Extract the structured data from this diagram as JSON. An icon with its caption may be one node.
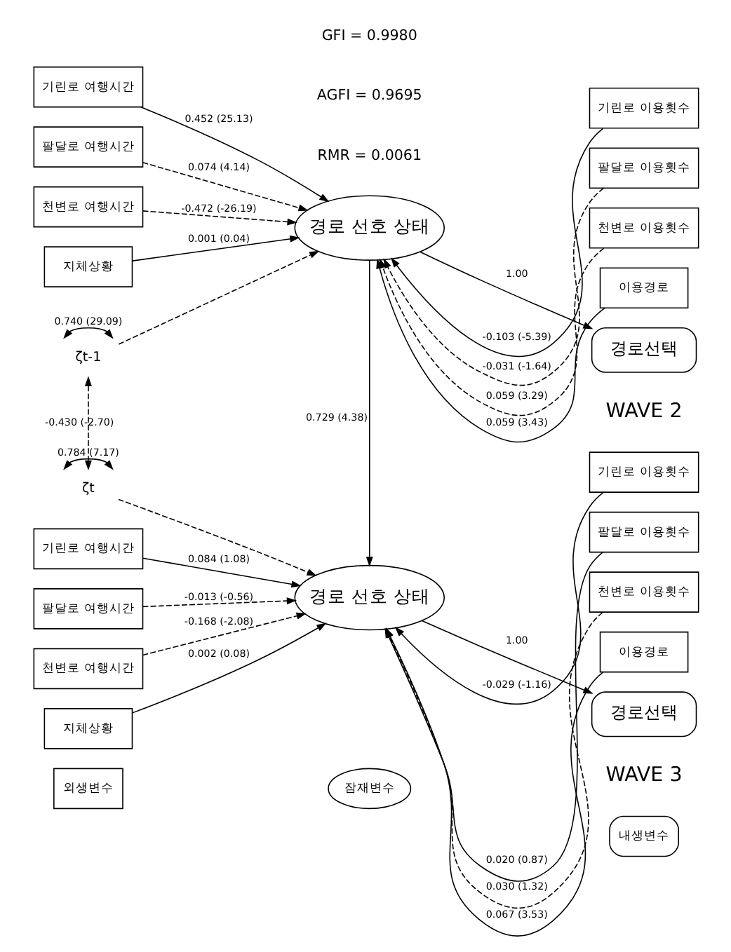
{
  "diagram": {
    "nodes": [
      {
        "text": [
          "기린로 여행시간"
        ]
      },
      {
        "text": [
          "팔달로 여행시간"
        ]
      },
      {
        "text": [
          "천변로 여행시간"
        ]
      },
      {
        "text": [
          "지체상황"
        ]
      },
      {
        "text": [
          "경로 선호 상태"
        ]
      },
      {
        "text": [
          "기린로 이용횟수"
        ]
      },
      {
        "text": [
          "팔달로 이용횟수"
        ]
      },
      {
        "text": [
          "천변로 이용횟수"
        ]
      },
      {
        "text": [
          "이용경로"
        ]
      },
      {
        "text": [
          "경로선택"
        ]
      },
      {
        "text": [
          "ζt-1"
        ]
      },
      {
        "text": [
          "ζt"
        ]
      },
      {
        "text": [
          "기린로 여행시간"
        ]
      },
      {
        "text": [
          "팔달로 여행시간"
        ]
      },
      {
        "text": [
          "천변로 여행시간"
        ]
      },
      {
        "text": [
          "지체상황"
        ]
      },
      {
        "text": [
          "경로 선호 상태"
        ]
      },
      {
        "text": [
          "기린로 이용횟수"
        ]
      },
      {
        "text": [
          "팔달로 이용횟수"
        ]
      },
      {
        "text": [
          "천변로 이용횟수"
        ]
      },
      {
        "text": [
          "이용경로"
        ]
      },
      {
        "text": [
          "경로선택"
        ]
      }
    ],
    "edges": [
      {
        "from": 0,
        "to": 4,
        "arrow": "to",
        "label": "0.452 (25.13)"
      },
      {
        "from": 1,
        "to": 4,
        "arrow": "to",
        "label": "0.074 (4.14)",
        "style": "dashed"
      },
      {
        "from": 2,
        "to": 4,
        "arrow": "to",
        "label": "-0.472 (-26.19)",
        "style": "dashed"
      },
      {
        "from": 3,
        "to": 4,
        "arrow": "to",
        "label": "0.001 (0.04)"
      },
      {
        "from": 5,
        "to": 4,
        "arrow": "to",
        "label": "-0.103 (-5.39)"
      },
      {
        "from": 6,
        "to": 4,
        "arrow": "to",
        "label": "-0.031 (-1.64)",
        "style": "dashed"
      },
      {
        "from": 7,
        "to": 4,
        "arrow": "to",
        "label": "0.059 (3.29)",
        "style": "dashed"
      },
      {
        "from": 8,
        "to": 4,
        "arrow": "to",
        "label": "0.059 (3.43)"
      },
      {
        "from": 4,
        "to": 9,
        "arrow": "to",
        "label": "1.00"
      },
      {
        "from": 10,
        "to": 10,
        "arrow": "both",
        "label": "0.740 (29.09)"
      },
      {
        "from": 10,
        "to": 4,
        "arrow": "to",
        "style": "dashed"
      },
      {
        "from": 10,
        "to": 11,
        "arrow": "both",
        "label": "-0.430 (-2.70)",
        "style": "dashed"
      },
      {
        "from": 4,
        "to": 16,
        "arrow": "to",
        "label": "0.729 (4.38)"
      },
      {
        "from": 11,
        "to": 11,
        "arrow": "both",
        "label": "0.784 (7.17)"
      },
      {
        "from": 11,
        "to": 16,
        "arrow": "to",
        "style": "dashed"
      },
      {
        "from": 12,
        "to": 16,
        "arrow": "to",
        "label": "0.084 (1.08)"
      },
      {
        "from": 13,
        "to": 16,
        "arrow": "to",
        "label": "-0.013 (-0.56)",
        "style": "dashed"
      },
      {
        "from": 14,
        "to": 16,
        "arrow": "to",
        "label": "-0.168 (-2.08)",
        "style": "dashed"
      },
      {
        "from": 15,
        "to": 16,
        "arrow": "to",
        "label": "0.002 (0.08)"
      },
      {
        "from": 17,
        "to": 16,
        "arrow": "to",
        "label": "-0.029 (-1.16)"
      },
      {
        "from": 18,
        "to": 16,
        "arrow": "to",
        "label": "0.020 (0.87)"
      },
      {
        "from": 19,
        "to": 16,
        "arrow": "to",
        "label": "0.030 (1.32)",
        "style": "dashed"
      },
      {
        "from": 20,
        "to": 16,
        "arrow": "to",
        "label": "0.067 (3.53)"
      },
      {
        "from": 16,
        "to": 21,
        "arrow": "to",
        "label": "1.00"
      }
    ],
    "labels": [
      "GFI = 0.9980",
      "AGFI = 0.9695",
      "RMR = 0.0061",
      "WAVE 2",
      "WAVE 3"
    ],
    "legend": [
      {
        "text": "외생변수"
      },
      {
        "text": "잠재변수"
      },
      {
        "text": "내생변수"
      }
    ]
  }
}
